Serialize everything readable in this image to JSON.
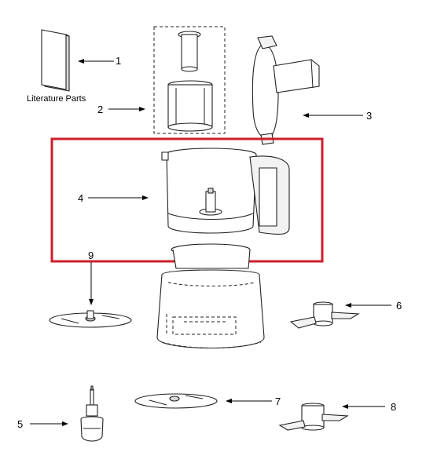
{
  "callouts": {
    "c1": "1",
    "c2": "2",
    "c3": "3",
    "c4": "4",
    "c5": "5",
    "c6": "6",
    "c7": "7",
    "c8": "8",
    "c9": "9"
  },
  "literature_label": "Literature Parts",
  "colors": {
    "highlight": "#cc1f2b",
    "line": "#222222",
    "arrow": "#000000"
  }
}
